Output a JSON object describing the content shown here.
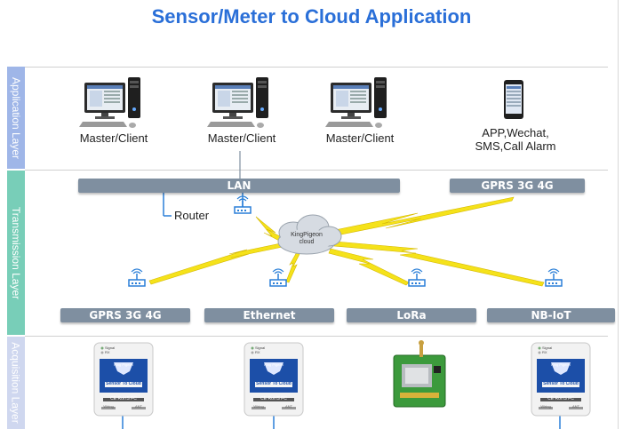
{
  "title": "Sensor/Meter to Cloud Application",
  "layers": {
    "application": "Application Layer",
    "transmission": "Transmission Layer",
    "acquisition": "Acquisition Layer"
  },
  "application": {
    "clients": [
      "Master/Client",
      "Master/Client",
      "Master/Client"
    ],
    "mobile_line1": "APP,Wechat,",
    "mobile_line2": "SMS,Call Alarm"
  },
  "network": {
    "lan": "LAN",
    "gprs_top": "GPRS 3G 4G",
    "router_label": "Router",
    "cloud_line1": "KingPigeon",
    "cloud_line2": "cloud",
    "bottom_bars": [
      "GPRS 3G 4G",
      "Ethernet",
      "LoRa",
      "NB-IoT"
    ]
  },
  "devices": {
    "brand": "King Pigeon",
    "panel_text": "Sensor To Cloud",
    "cert": "CE RoHS FC",
    "led1": "Signal",
    "led2": "RX",
    "foot_left": "Wiring",
    "foot_right": "ANT"
  },
  "colors": {
    "title": "#2a6fd8",
    "bar": "#7f8fa0",
    "lightning": "#f5e21a",
    "link": "#2a7fd8"
  }
}
